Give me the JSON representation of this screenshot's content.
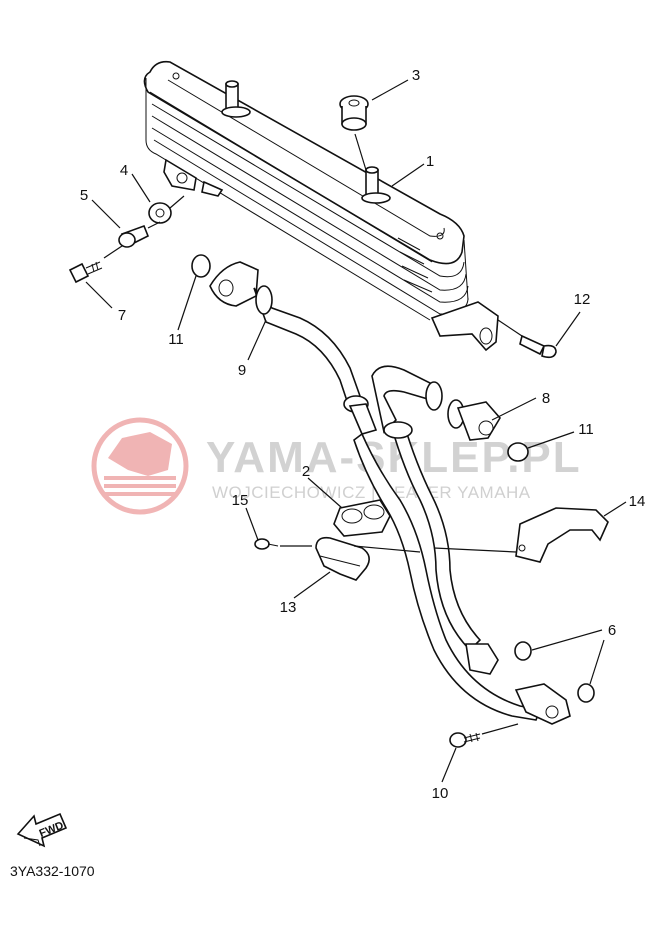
{
  "watermark": {
    "title": "YAMA-SKLEP.PL",
    "subtitle": "WOJCIECHOWICZ | DEALER YAMAHA",
    "logo_icon": "yamaha-tuning-fork-logo",
    "color": "#e05a5a"
  },
  "callouts": {
    "c1": "1",
    "c2": "2",
    "c3": "3",
    "c4": "4",
    "c5": "5",
    "c6": "6",
    "c7": "7",
    "c8": "8",
    "c9": "9",
    "c10": "10",
    "c11a": "11",
    "c11b": "11",
    "c12": "12",
    "c13": "13",
    "c14": "14",
    "c15": "15"
  },
  "fwd_label": "FWD",
  "diagram_code": "3YA332-1070"
}
